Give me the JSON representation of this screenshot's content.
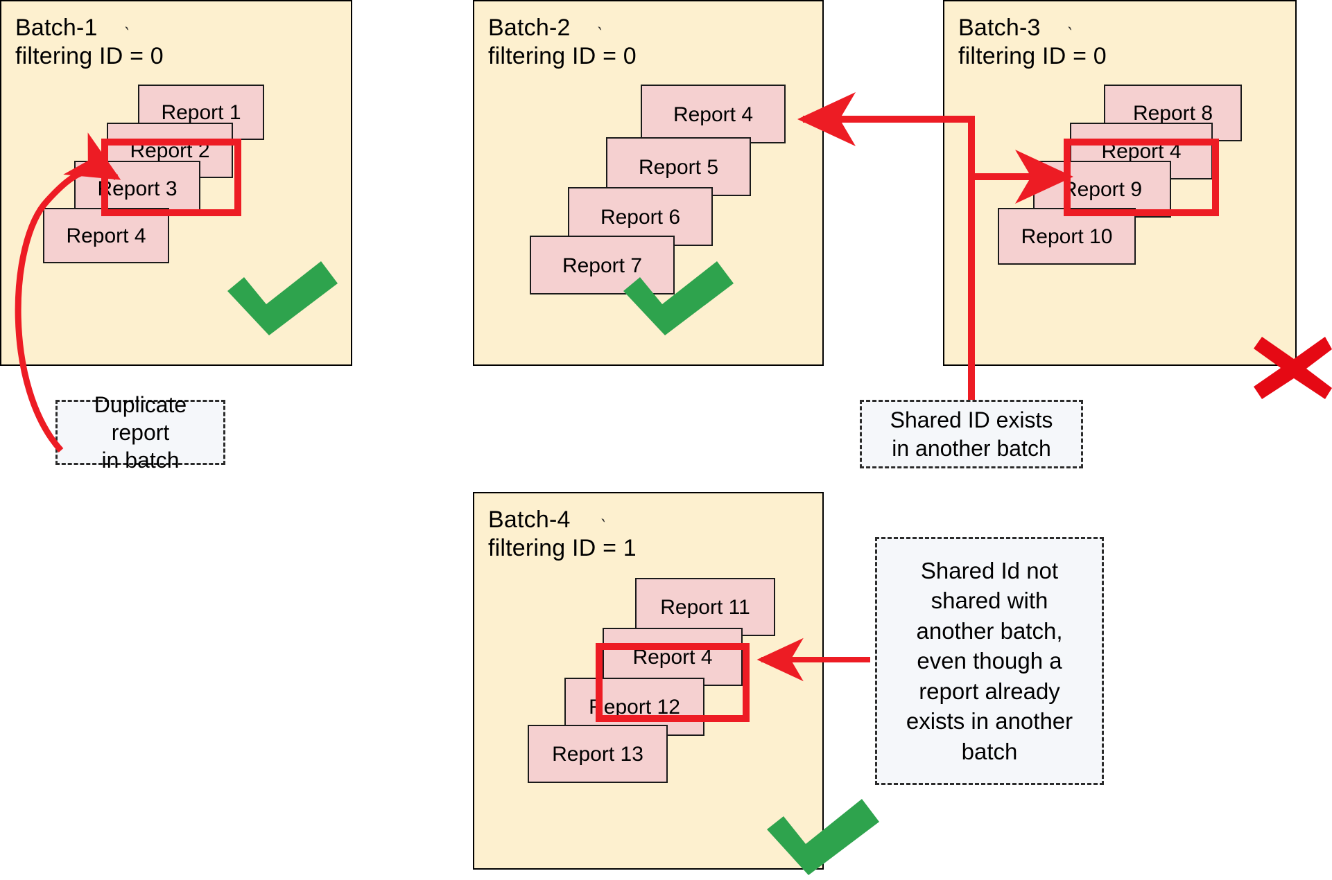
{
  "diagram": {
    "title_semantic": "batch-report-deduplication-diagram",
    "colors": {
      "batch_fill": "#fdf0cf",
      "batch_border": "#000000",
      "report_fill": "#f5d0d0",
      "report_border": "#1a1a1a",
      "highlight_red": "#ed1c24",
      "check_green": "#2ea34d",
      "cross_red": "#e50914",
      "callout_fill": "#f5f7fa",
      "callout_border": "#2b2b2b"
    }
  },
  "batches": [
    {
      "name": "Batch-1",
      "filter_line": "filtering ID = 0",
      "status": "valid",
      "status_glyph": "check-mark",
      "reports": [
        {
          "label": "Report 1",
          "highlighted": false
        },
        {
          "label": "Report 2",
          "highlighted": true
        },
        {
          "label": "Report 3",
          "highlighted": false
        },
        {
          "label": "Report 4",
          "highlighted": false
        }
      ]
    },
    {
      "name": "Batch-2",
      "filter_line": "filtering ID = 0",
      "status": "valid",
      "status_glyph": "check-mark",
      "reports": [
        {
          "label": "Report 4",
          "highlighted": false
        },
        {
          "label": "Report 5",
          "highlighted": false
        },
        {
          "label": "Report 6",
          "highlighted": false
        },
        {
          "label": "Report 7",
          "highlighted": false
        }
      ]
    },
    {
      "name": "Batch-3",
      "filter_line": "filtering ID = 0",
      "status": "invalid",
      "status_glyph": "cross-mark",
      "reports": [
        {
          "label": "Report 8",
          "highlighted": false
        },
        {
          "label": "Report 4",
          "highlighted": true
        },
        {
          "label": "Report 9",
          "highlighted": false
        },
        {
          "label": "Report 10",
          "highlighted": false
        }
      ]
    },
    {
      "name": "Batch-4",
      "filter_line": "filtering ID = 1",
      "status": "valid",
      "status_glyph": "check-mark",
      "reports": [
        {
          "label": "Report 11",
          "highlighted": false
        },
        {
          "label": "Report 4",
          "highlighted": true
        },
        {
          "label": "Report 12",
          "highlighted": false
        },
        {
          "label": "Report 13",
          "highlighted": false
        }
      ]
    }
  ],
  "callouts": [
    {
      "id": "duplicate-report",
      "text": "Duplicate report\nin batch",
      "points_to": "Batch-1 / Report 2"
    },
    {
      "id": "shared-id-exists",
      "text": "Shared ID exists\nin another batch",
      "points_to": "Batch-2 / Report 4 and Batch-3 / Report 4"
    },
    {
      "id": "shared-id-not-shared",
      "text": "Shared Id not\nshared with\nanother batch,\neven though a\nreport already\nexists in another\nbatch",
      "points_to": "Batch-4 / Report 4"
    }
  ],
  "annotation_marks": {
    "tilde_glyph": "`"
  }
}
